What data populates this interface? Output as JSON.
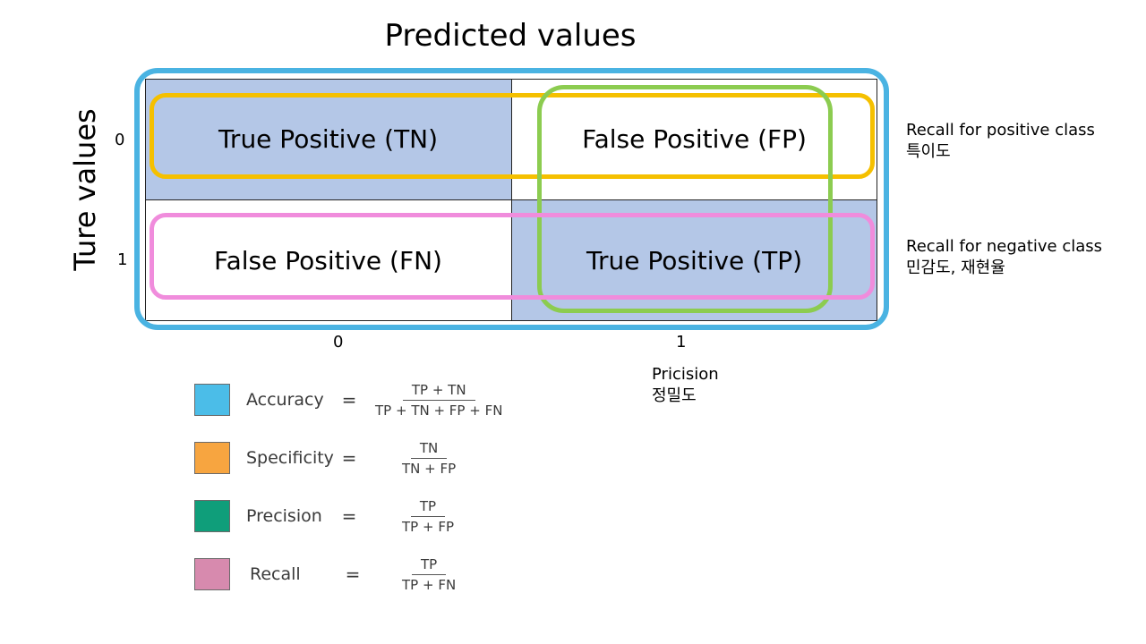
{
  "title": "Predicted values",
  "y_axis_title": "Ture values",
  "matrix": {
    "row_ticks": [
      "0",
      "1"
    ],
    "col_ticks": [
      "0",
      "1"
    ],
    "cells": {
      "r0c0": "True Positive (TN)",
      "r0c1": "False Positive (FP)",
      "r1c0": "False Positive (FN)",
      "r1c1": "True Positive (TP)"
    },
    "colors": {
      "highlight_cell": "#b4c7e7",
      "outline_accuracy": "#4ab3e2",
      "outline_specificity": "#f5c000",
      "outline_precision": "#8ccc50",
      "outline_recall": "#f08cdc"
    }
  },
  "side_labels": {
    "row0_en": "Recall for positive class",
    "row0_ko": "특이도",
    "row1_en": "Recall for negative class",
    "row1_ko": "민감도, 재현율",
    "col1_en": "Pricision",
    "col1_ko": "정밀도"
  },
  "legend": [
    {
      "name": "Accuracy",
      "color": "#4bbde8",
      "eq": "=",
      "numerator": "TP + TN",
      "denominator": "TP + TN + FP + FN"
    },
    {
      "name": "Specificity",
      "color": "#f7a540",
      "eq": "=",
      "numerator": "TN",
      "denominator": "TN + FP"
    },
    {
      "name": "Precision",
      "color": "#0f9e7a",
      "eq": "=",
      "numerator": "TP",
      "denominator": "TP + FP"
    },
    {
      "name": "Recall",
      "color": "#d78aae",
      "eq": "=",
      "numerator": "TP",
      "denominator": "TP + FN"
    }
  ]
}
